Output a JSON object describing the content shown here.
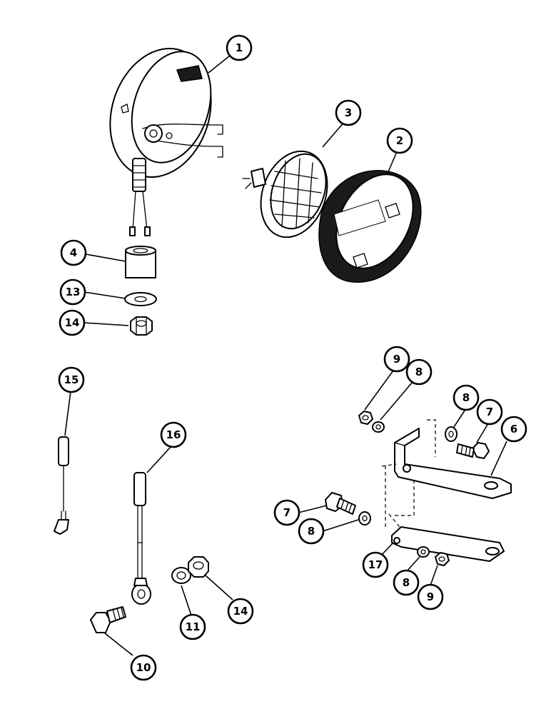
{
  "diagram": {
    "callouts": [
      {
        "label": "1"
      },
      {
        "label": "3"
      },
      {
        "label": "2"
      },
      {
        "label": "4"
      },
      {
        "label": "13"
      },
      {
        "label": "14"
      },
      {
        "label": "9"
      },
      {
        "label": "8"
      },
      {
        "label": "15"
      },
      {
        "label": "8"
      },
      {
        "label": "7"
      },
      {
        "label": "6"
      },
      {
        "label": "16"
      },
      {
        "label": "7"
      },
      {
        "label": "8"
      },
      {
        "label": "17"
      },
      {
        "label": "8"
      },
      {
        "label": "9"
      },
      {
        "label": "11"
      },
      {
        "label": "14"
      },
      {
        "label": "10"
      }
    ]
  }
}
